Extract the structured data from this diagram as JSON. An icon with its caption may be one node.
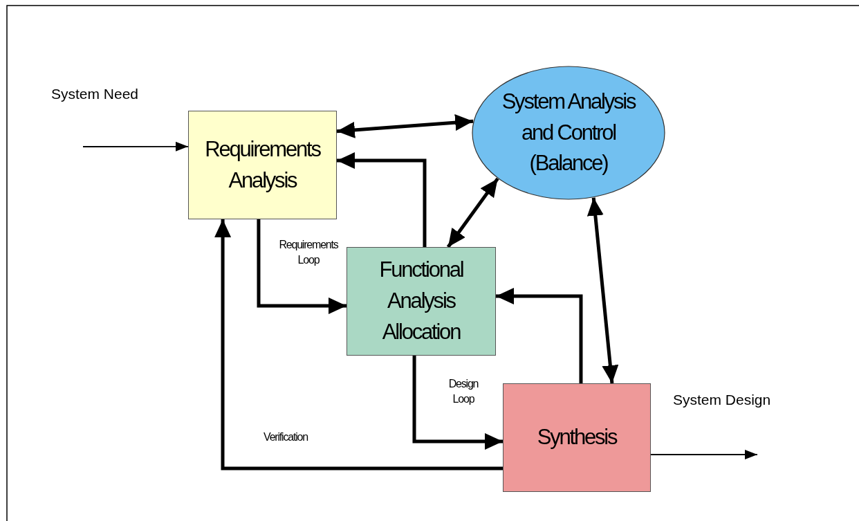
{
  "diagram": {
    "nodes": [
      {
        "text": [
          "Requirements Analysis"
        ]
      },
      {
        "text": [
          "System Analysis and Control (Balance)"
        ]
      },
      {
        "text": [
          "Functional Analysis Allocation"
        ]
      },
      {
        "text": [
          "Synthesis"
        ]
      }
    ],
    "edges": [
      {
        "from": null,
        "to": 0,
        "arrow": "to"
      },
      {
        "from": 0,
        "to": 1,
        "arrow": "both"
      },
      {
        "from": 2,
        "to": 0,
        "arrow": "to"
      },
      {
        "from": 2,
        "to": 1,
        "arrow": "both"
      },
      {
        "from": 0,
        "to": 2,
        "arrow": "to",
        "label": "Requirements Loop"
      },
      {
        "from": 3,
        "to": 2,
        "arrow": "to"
      },
      {
        "from": 1,
        "to": 3,
        "arrow": "both"
      },
      {
        "from": 2,
        "to": 3,
        "arrow": "to",
        "label": "Design Loop"
      },
      {
        "from": 3,
        "to": 0,
        "arrow": "to",
        "label": "Verification"
      },
      {
        "from": 3,
        "to": null,
        "arrow": "to"
      }
    ],
    "labels": [
      "System Need",
      "System Design"
    ]
  }
}
